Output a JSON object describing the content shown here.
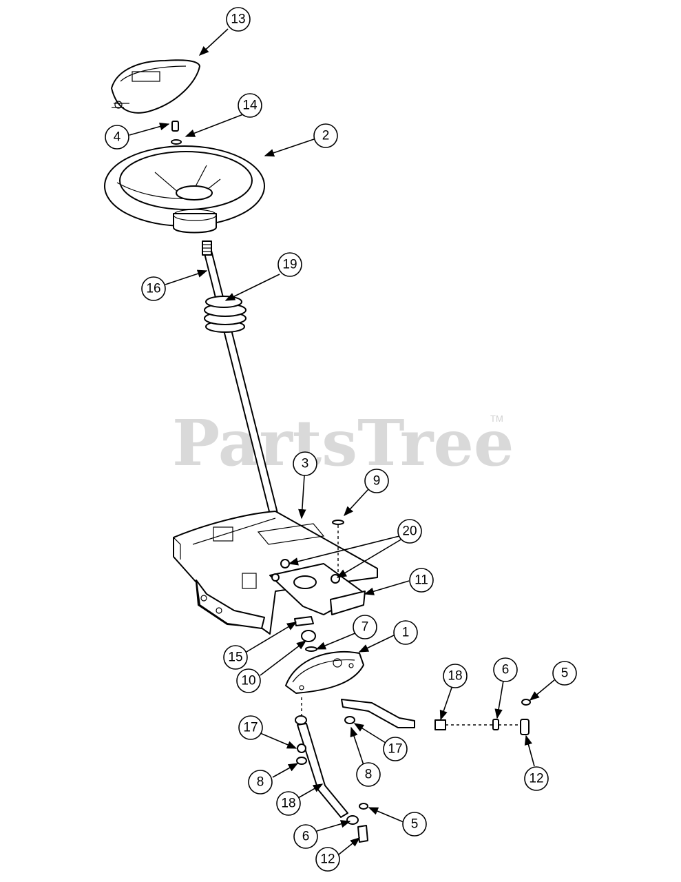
{
  "watermark": {
    "text": "PartsTree",
    "trademark": "TM"
  },
  "callouts": {
    "c13": "13",
    "c14": "14",
    "c4": "4",
    "c2": "2",
    "c19": "19",
    "c16": "16",
    "c3": "3",
    "c9": "9",
    "c20": "20",
    "c11": "11",
    "c7": "7",
    "c1": "1",
    "c15": "15",
    "c10": "10",
    "c18a": "18",
    "c6a": "6",
    "c5a": "5",
    "c17a": "17",
    "c17b": "17",
    "c8a": "8",
    "c8b": "8",
    "c12a": "12",
    "c18b": "18",
    "c5b": "5",
    "c6b": "6",
    "c12b": "12"
  },
  "colors": {
    "line": "#000000",
    "watermark": "#d9d9d9"
  }
}
